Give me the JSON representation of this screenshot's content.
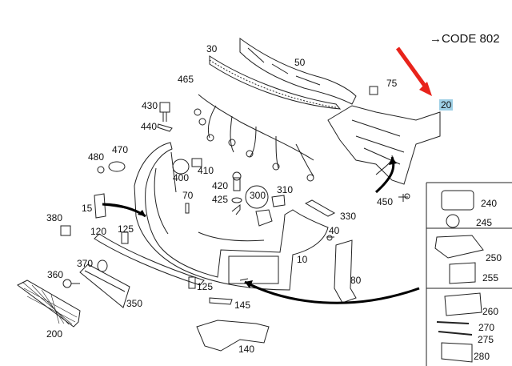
{
  "header": {
    "code_text": "CODE 802"
  },
  "highlight_color": "#9fd0e6",
  "arrow_color": "#e8231b",
  "labels": {
    "p10": "10",
    "p15": "15",
    "p20": "20",
    "p30": "30",
    "p40": "40",
    "p50": "50",
    "p70": "70",
    "p75": "75",
    "p80": "80",
    "p120": "120",
    "p125a": "125",
    "p125b": "125",
    "p140": "140",
    "p145": "145",
    "p200": "200",
    "p240": "240",
    "p245": "245",
    "p250": "250",
    "p255": "255",
    "p260": "260",
    "p270": "270",
    "p275": "275",
    "p280": "280",
    "p300": "300",
    "p310": "310",
    "p330": "330",
    "p350": "350",
    "p360": "360",
    "p370": "370",
    "p380": "380",
    "p400": "400",
    "p410": "410",
    "p420": "420",
    "p425": "425",
    "p430": "430",
    "p440": "440",
    "p450": "450",
    "p465": "465",
    "p470": "470",
    "p480": "480"
  }
}
